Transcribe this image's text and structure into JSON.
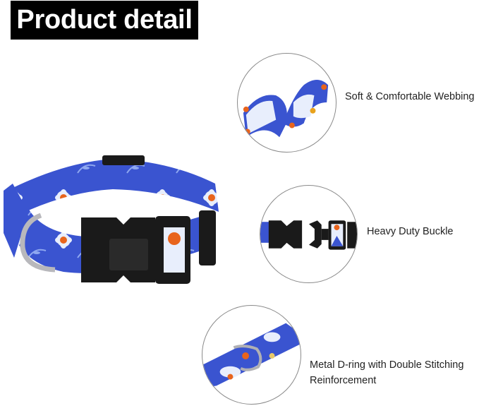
{
  "header": {
    "title": "Product detail"
  },
  "colors": {
    "webbing_blue": "#3a54d0",
    "petal_white": "#e8eefc",
    "flower_orange": "#e8641c",
    "buckle_black": "#1a1a1a",
    "ring_silver": "#b8b8bc"
  },
  "main_image": {
    "subject": "blue floral dog collar with black buckle and metal D-ring"
  },
  "features": [
    {
      "icon": "webbing-detail-image",
      "label": "Soft & Comfortable Webbing"
    },
    {
      "icon": "buckle-detail-image",
      "label": "Heavy Duty Buckle"
    },
    {
      "icon": "d-ring-detail-image",
      "label": "Metal D-ring with Double Stitching Reinforcement"
    }
  ]
}
